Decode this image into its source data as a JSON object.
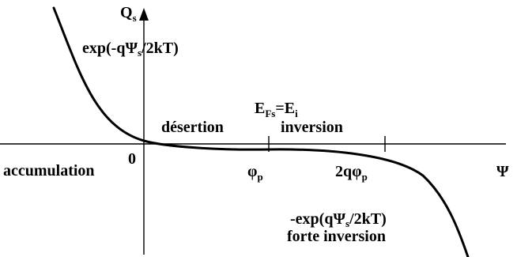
{
  "axes": {
    "y_label": {
      "main": "Q",
      "sub": "s"
    },
    "x_label": "Ψ",
    "origin": "0"
  },
  "ticks": [
    {
      "main": "φ",
      "sub": "p"
    },
    {
      "main": "2qφ",
      "sub": "p"
    }
  ],
  "labels": {
    "exp_upper": {
      "pre": "exp(-qΨ",
      "sub": "s",
      "post": "/2kT)"
    },
    "band": {
      "a": "E",
      "a_sub": "Fs",
      "mid": "=E",
      "b_sub": "i"
    },
    "desertion": "désertion",
    "inversion": "inversion",
    "accumulation": "accumulation",
    "exp_lower": {
      "pre": "-exp(qΨ",
      "sub": "s",
      "post": "/2kT)"
    },
    "forte_inversion": "forte inversion"
  },
  "colors": {
    "ink": "#000000",
    "background": "#ffffff"
  }
}
